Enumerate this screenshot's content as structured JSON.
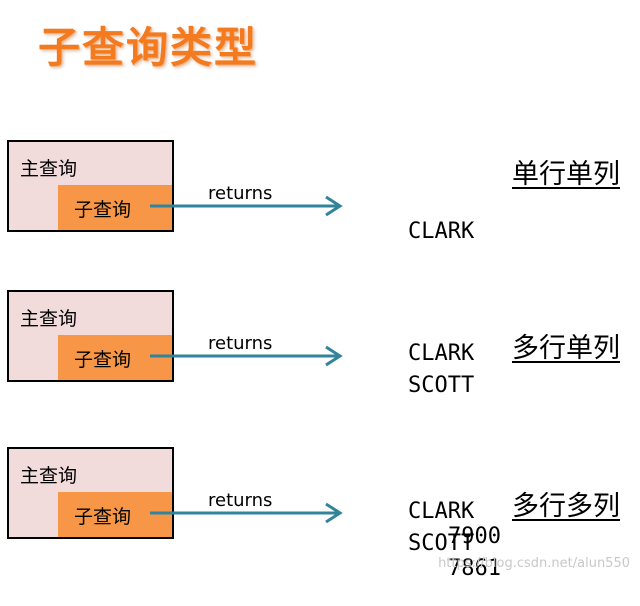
{
  "title": "子查询类型",
  "rows": [
    {
      "outer_label": "主查询",
      "inner_label": "子查询",
      "arrow_label": "returns",
      "results": [
        {
          "name": "CLARK",
          "value": ""
        }
      ],
      "category": "单行单列"
    },
    {
      "outer_label": "主查询",
      "inner_label": "子查询",
      "arrow_label": "returns",
      "results": [
        {
          "name": "CLARK",
          "value": ""
        },
        {
          "name": "SCOTT",
          "value": ""
        }
      ],
      "category": "多行单列"
    },
    {
      "outer_label": "主查询",
      "inner_label": "子查询",
      "arrow_label": "returns",
      "results": [
        {
          "name": "CLARK",
          "value": "7900"
        },
        {
          "name": "SCOTT",
          "value": "7861"
        }
      ],
      "category": "多行多列"
    }
  ],
  "colors": {
    "title": "#f47a1f",
    "outer_box": "#f2dcdb",
    "inner_box": "#f79646",
    "arrow": "#31849b"
  },
  "watermark": "https://blog.csdn.net/alun550"
}
